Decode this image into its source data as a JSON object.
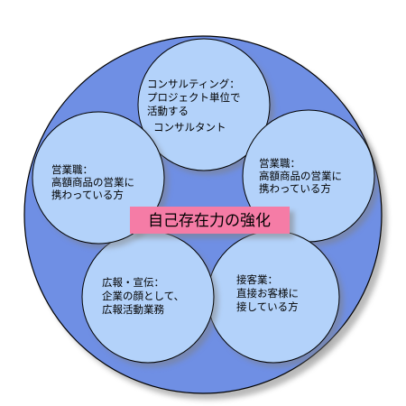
{
  "colors": {
    "outer_fill": "#6f8fe4",
    "node_fill": "#b3d2fa",
    "outline": "#000000",
    "center_fill": "#f57ca6",
    "shadow": "#808080"
  },
  "center": {
    "label": "自己存在力の強化"
  },
  "nodes": [
    {
      "id": "consulting",
      "lines": [
        "コンサルティング：",
        "プロジェクト単位で",
        "活動する",
        "コンサルタント"
      ]
    },
    {
      "id": "sales-right",
      "lines": [
        "営業職：",
        "高額商品の営業に",
        "携わっている方"
      ]
    },
    {
      "id": "customer-service",
      "lines": [
        "接客業：",
        "直接お客様に",
        "接している方"
      ]
    },
    {
      "id": "pr",
      "lines": [
        "広報・宣伝：",
        "企業の顔として、",
        "広報活動業務"
      ]
    },
    {
      "id": "sales-left",
      "lines": [
        "営業職：",
        "高額商品の営業に",
        "携わっている方"
      ]
    }
  ]
}
